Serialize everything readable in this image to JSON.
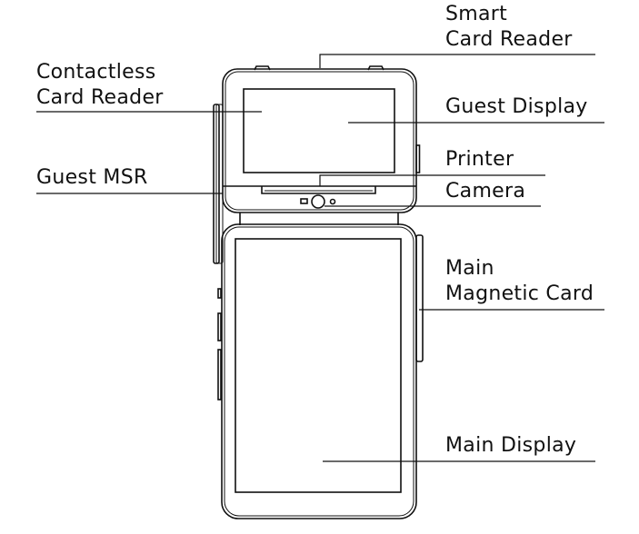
{
  "labels": {
    "smart_card_reader": [
      "Smart",
      "Card Reader"
    ],
    "contactless_card_reader": [
      "Contactless",
      "Card Reader"
    ],
    "guest_display": "Guest Display",
    "printer": "Printer",
    "guest_msr": "Guest MSR",
    "camera": "Camera",
    "main_magnetic_card": [
      "Main",
      "Magnetic Card"
    ],
    "main_display": "Main Display"
  },
  "colors": {
    "line": "#111111",
    "background": "#ffffff"
  }
}
